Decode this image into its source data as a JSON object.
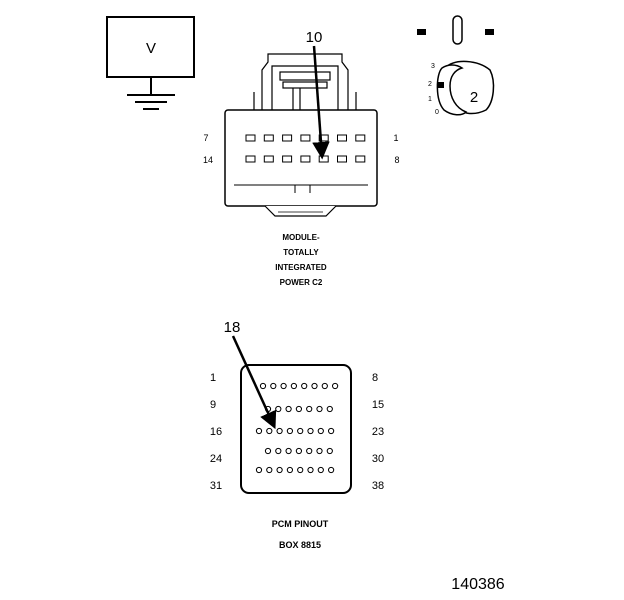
{
  "voltmeter": {
    "symbol": "V"
  },
  "ignition": {
    "positions": [
      "3",
      "2",
      "1",
      "0"
    ],
    "key_number": "2"
  },
  "tipm_connector": {
    "callout": "10",
    "pins": {
      "top_left": "7",
      "bottom_left": "14",
      "top_right": "1",
      "bottom_right": "8"
    },
    "caption": [
      "MODULE-",
      "TOTALLY",
      "INTEGRATED",
      "POWER C2"
    ]
  },
  "pcm_connector": {
    "callout": "18",
    "left_pins": [
      "1",
      "9",
      "16",
      "24",
      "31"
    ],
    "right_pins": [
      "8",
      "15",
      "23",
      "30",
      "38"
    ],
    "caption": [
      "PCM PINOUT",
      "BOX 8815"
    ]
  },
  "figure_id": "140386"
}
